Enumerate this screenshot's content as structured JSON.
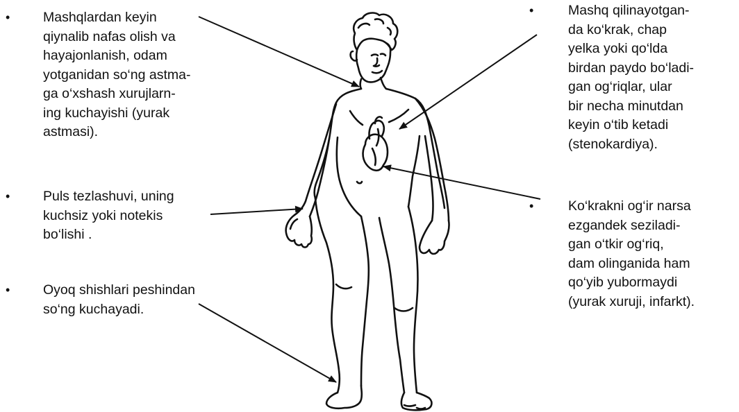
{
  "bullet_glyph": "•",
  "callouts": {
    "left_top": {
      "lines": [
        "Mashqlardan keyin",
        "qiynalib nafas olish va",
        "hayajonlanish, odam",
        "yotganidan so‘ng astma-",
        "ga o‘xshash xurujlarn-",
        "ing kuchayishi (yurak",
        "astmasi)."
      ]
    },
    "left_middle": {
      "lines": [
        "Puls tezlashuvi, uning",
        "kuchsiz yoki notekis",
        "bo‘lishi ."
      ]
    },
    "left_bottom": {
      "lines": [
        "Oyoq shishlari peshindan",
        "so‘ng kuchayadi."
      ]
    },
    "right_top": {
      "lines": [
        "Mashq qilinayotgan-",
        "da ko‘krak, chap",
        "yelka yoki qo‘lda",
        "birdan paydo bo‘ladi-",
        "gan og‘riqlar, ular",
        "bir necha minutdan",
        "keyin o‘tib ketadi",
        "(stenokardiya)."
      ]
    },
    "right_bottom": {
      "lines": [
        "Ko‘krakni og‘ir narsa",
        "ezgandek seziladi-",
        "gan o‘tkir og‘riq,",
        "dam olinganida ham",
        "qo‘yib yubormaydi",
        "(yurak xuruji, infarkt)."
      ]
    }
  },
  "colors": {
    "text": "#111111",
    "ink": "#111111",
    "background": "#ffffff"
  }
}
